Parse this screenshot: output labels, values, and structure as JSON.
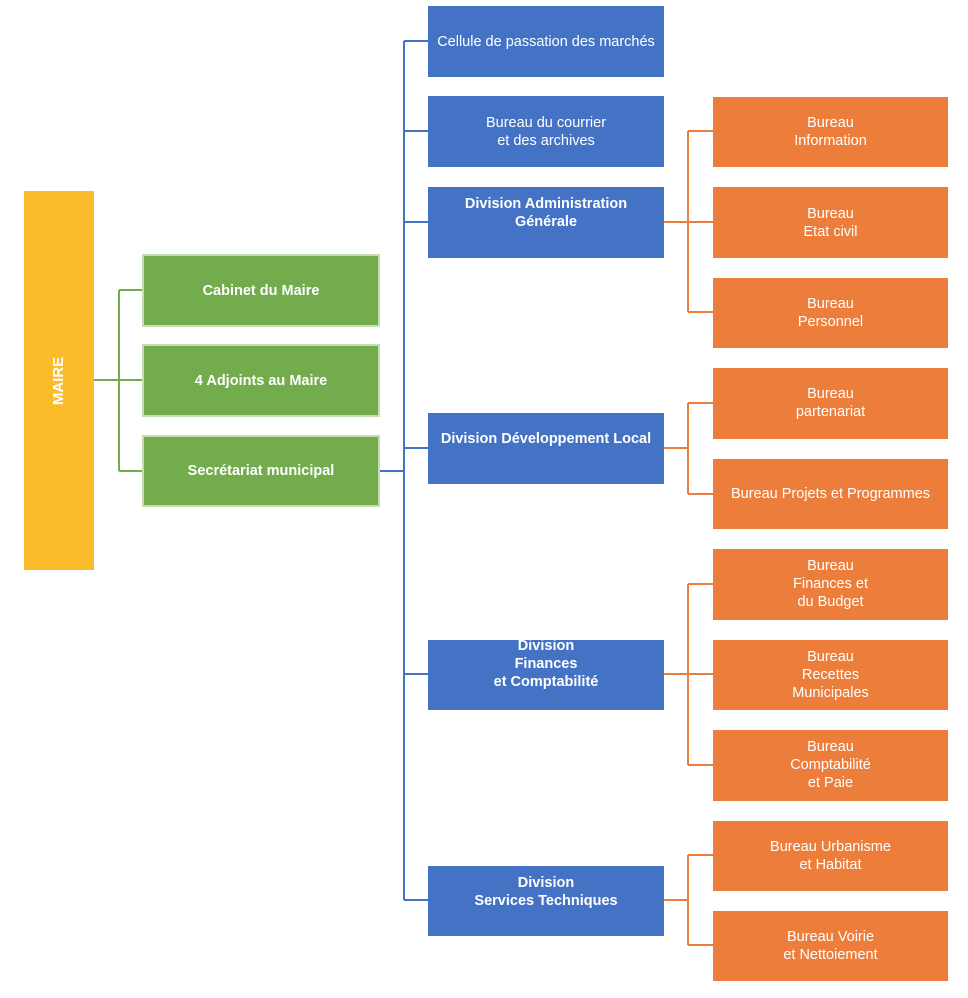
{
  "maire": "MAIRE",
  "green": {
    "cabinet": "Cabinet du Maire",
    "adjoints": "4 Adjoints au Maire",
    "secretariat": "Secrétariat municipal"
  },
  "blue": {
    "cellule": "Cellule de passation des marchés",
    "courrier": "Bureau du courrier\net des archives",
    "admin": "Division Administration\nGénérale",
    "devlocal": "Division Développement Local",
    "finances": "Division\nFinances\net Comptabilité",
    "services": "Division\nServices Techniques"
  },
  "orange": {
    "information": "Bureau\nInformation",
    "etatcivil": "Bureau\nEtat civil",
    "personnel": "Bureau\nPersonnel",
    "partenariat": "Bureau\npartenariat",
    "projets": "Bureau Projets et Programmes",
    "finances_budget": "Bureau\nFinances et\ndu Budget",
    "recettes": "Bureau\nRecettes\nMunicipales",
    "paie": "Bureau\nComptabilité\net Paie",
    "urbanisme": "Bureau Urbanisme\net Habitat",
    "voirie": "Bureau Voirie\net Nettoiement"
  },
  "colors": {
    "maire": "#fbbc2b",
    "green": "#72ac4c",
    "blue": "#4472c4",
    "orange": "#ed7d3a"
  }
}
